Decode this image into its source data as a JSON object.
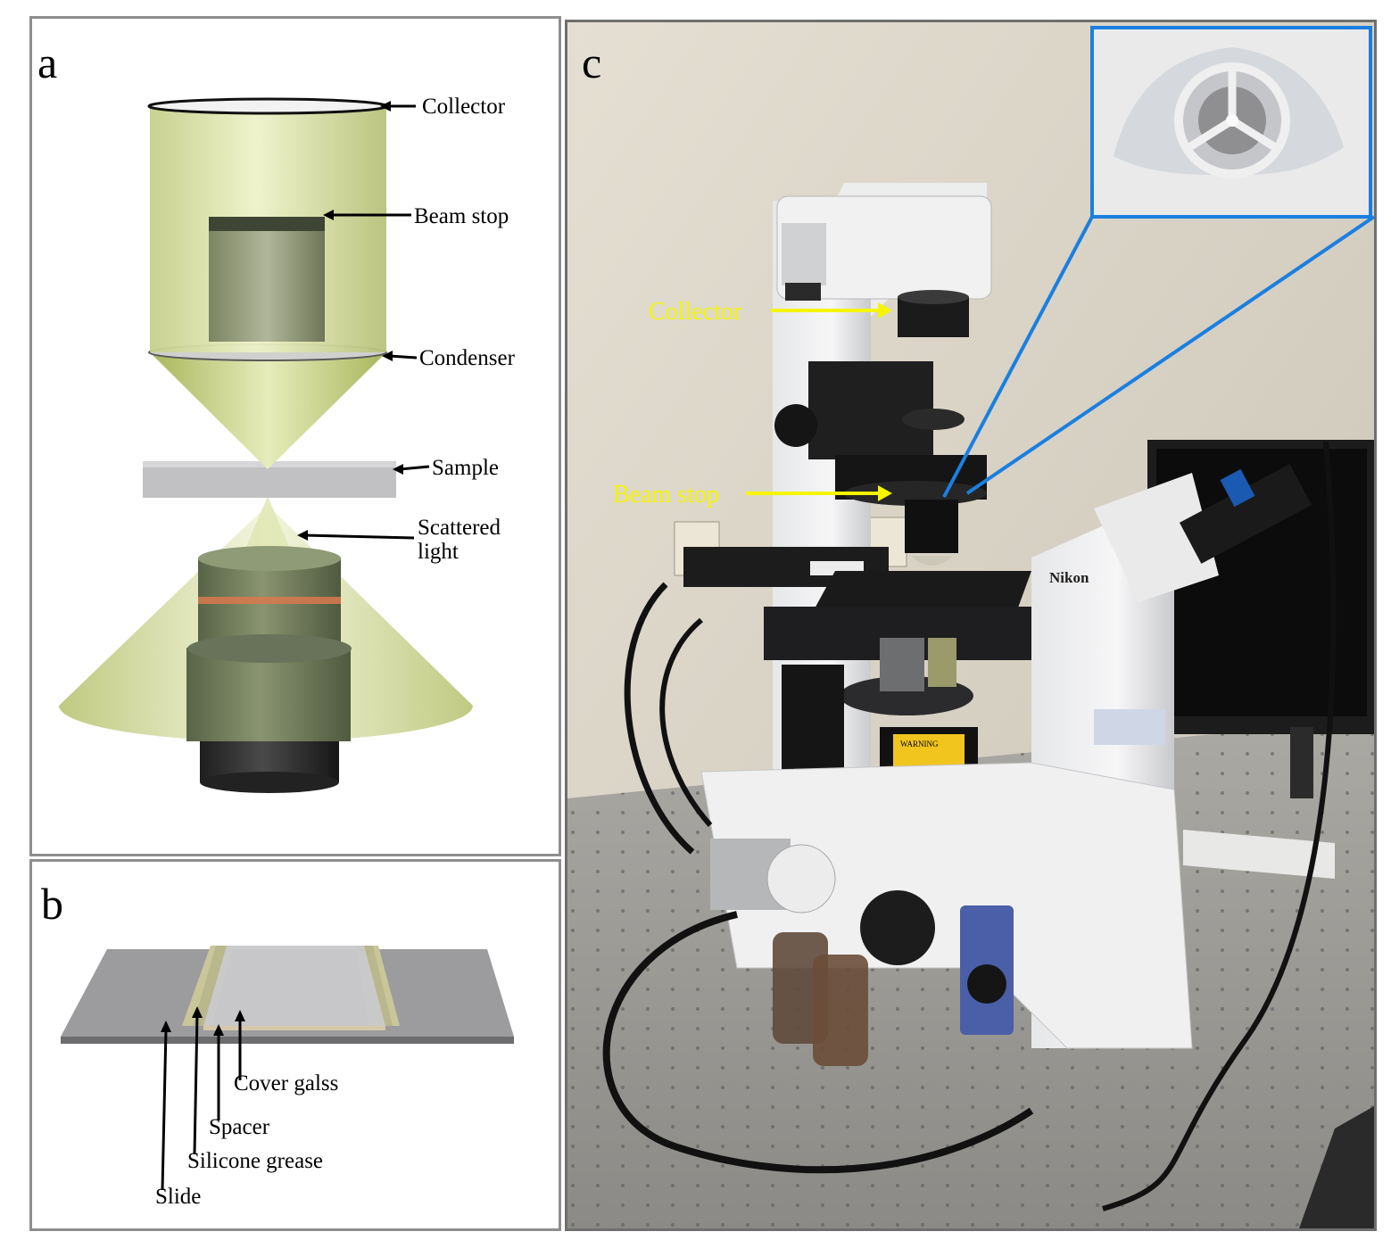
{
  "panel_a": {
    "label": "a",
    "callouts": {
      "collector": "Collector",
      "beam_stop": "Beam stop",
      "condenser": "Condenser",
      "sample": "Sample",
      "scattered_line1": "Scattered",
      "scattered_line2": "light"
    }
  },
  "panel_b": {
    "label": "b",
    "callouts": {
      "cover_glass": "Cover galss",
      "spacer": "Spacer",
      "silicone_grease": "Silicone grease",
      "slide": "Slide"
    }
  },
  "panel_c": {
    "label": "c",
    "callouts": {
      "collector": "Collector",
      "beam_stop": "Beam stop"
    },
    "brand": "Nikon",
    "warning": "WARNING",
    "colors": {
      "callout_yellow": "#f5f500",
      "inset_frame_blue": "#1a7fe0"
    }
  }
}
